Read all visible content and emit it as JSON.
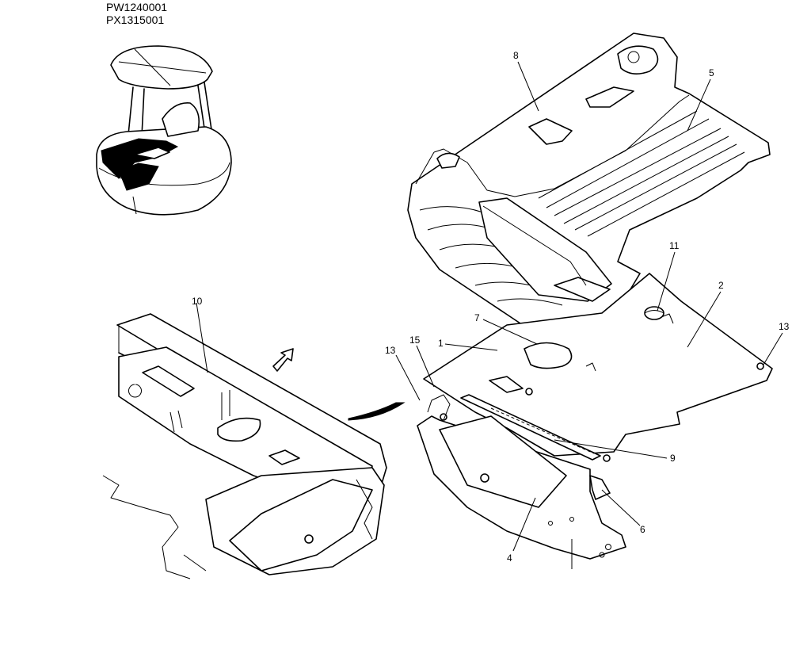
{
  "header": {
    "code_1": "PW1240001",
    "code_2": "PX1315001"
  },
  "callouts": [
    {
      "id": "c8",
      "label": "8"
    },
    {
      "id": "c5",
      "label": "5"
    },
    {
      "id": "c11",
      "label": "11"
    },
    {
      "id": "c2",
      "label": "2"
    },
    {
      "id": "c13r",
      "label": "13"
    },
    {
      "id": "c7",
      "label": "7"
    },
    {
      "id": "c1",
      "label": "1"
    },
    {
      "id": "c15",
      "label": "15"
    },
    {
      "id": "c13l",
      "label": "13"
    },
    {
      "id": "c9",
      "label": "9"
    },
    {
      "id": "c6",
      "label": "6"
    },
    {
      "id": "c4",
      "label": "4"
    },
    {
      "id": "c10",
      "label": "10"
    }
  ]
}
